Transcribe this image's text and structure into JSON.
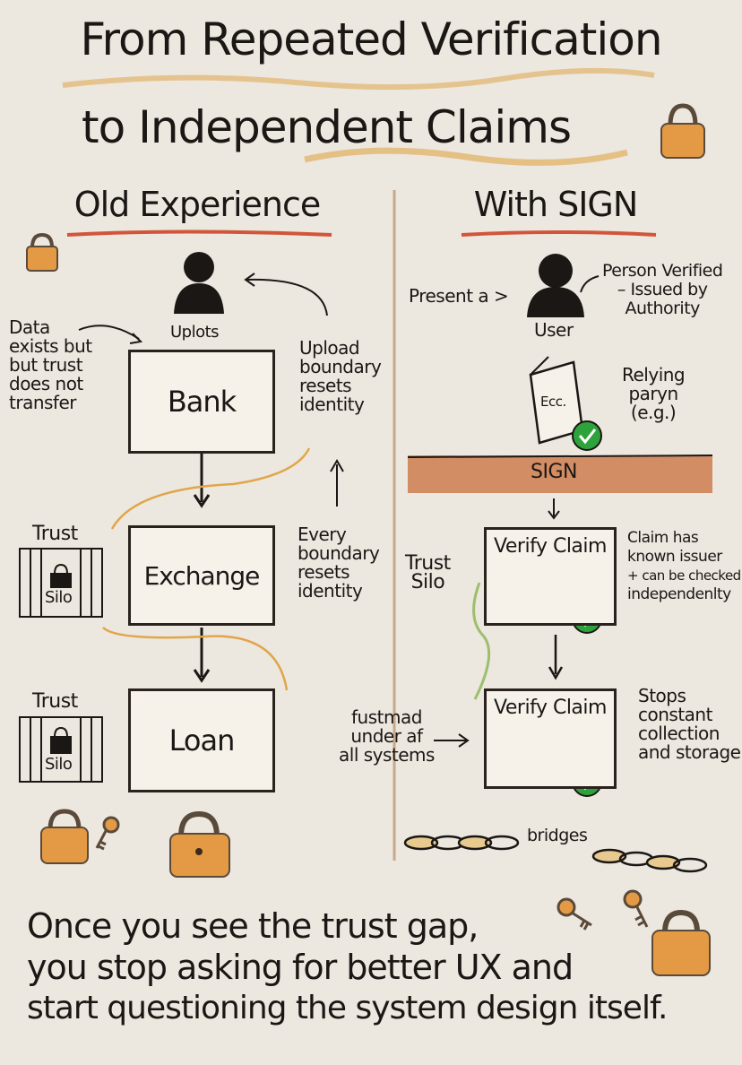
{
  "title_line1": "From Repeated Verification",
  "title_line2": "to Independent Claims",
  "left": {
    "heading": "Old Experience",
    "user_label": "Uplots",
    "note_data": [
      "Data",
      "exists but",
      "but trust",
      "does not",
      "transfer"
    ],
    "note_upload": [
      "Upload",
      "boundary",
      "resets",
      "identity"
    ],
    "note_every": [
      "Every",
      "boundary",
      "resets",
      "identity"
    ],
    "boxes": [
      "Bank",
      "Exchange",
      "Loan"
    ],
    "silo_word1": "Trust",
    "silo_word2": "Silo"
  },
  "right": {
    "heading": "With SIGN",
    "present": "Present a >",
    "user_label": "User",
    "note_person": [
      "Person Verified",
      "– Issued by",
      "Authority"
    ],
    "doc_label": "Ecc.",
    "note_relying": [
      "Relying",
      "paryn",
      "(e.g.)"
    ],
    "sign_label": "SIGN",
    "trust_silo": [
      "Trust",
      "Silo"
    ],
    "verify_label": "Verify Claim",
    "note_claim": [
      "Claim has",
      "known issuer",
      "+ can be checked",
      "independenlty"
    ],
    "note_fustmad": [
      "fustmad",
      "under af",
      "all systems"
    ],
    "note_stops": [
      "Stops",
      "constant",
      "collection",
      "and storage"
    ],
    "bridges": "bridges"
  },
  "footer": [
    "Once you see the trust gap,",
    "you stop asking for better UX and",
    "start questioning the system design itself."
  ],
  "colors": {
    "background": "#ece7df",
    "ink": "#1b1714",
    "underline_red": "#d2553a",
    "scribble_orange": "#e0a64a",
    "lock_orange": "#e49a45",
    "check_green": "#2fa33b",
    "sign_band": "#c96f3c",
    "green_scribble": "#9cbf6d",
    "divider": "#c9a98a"
  }
}
